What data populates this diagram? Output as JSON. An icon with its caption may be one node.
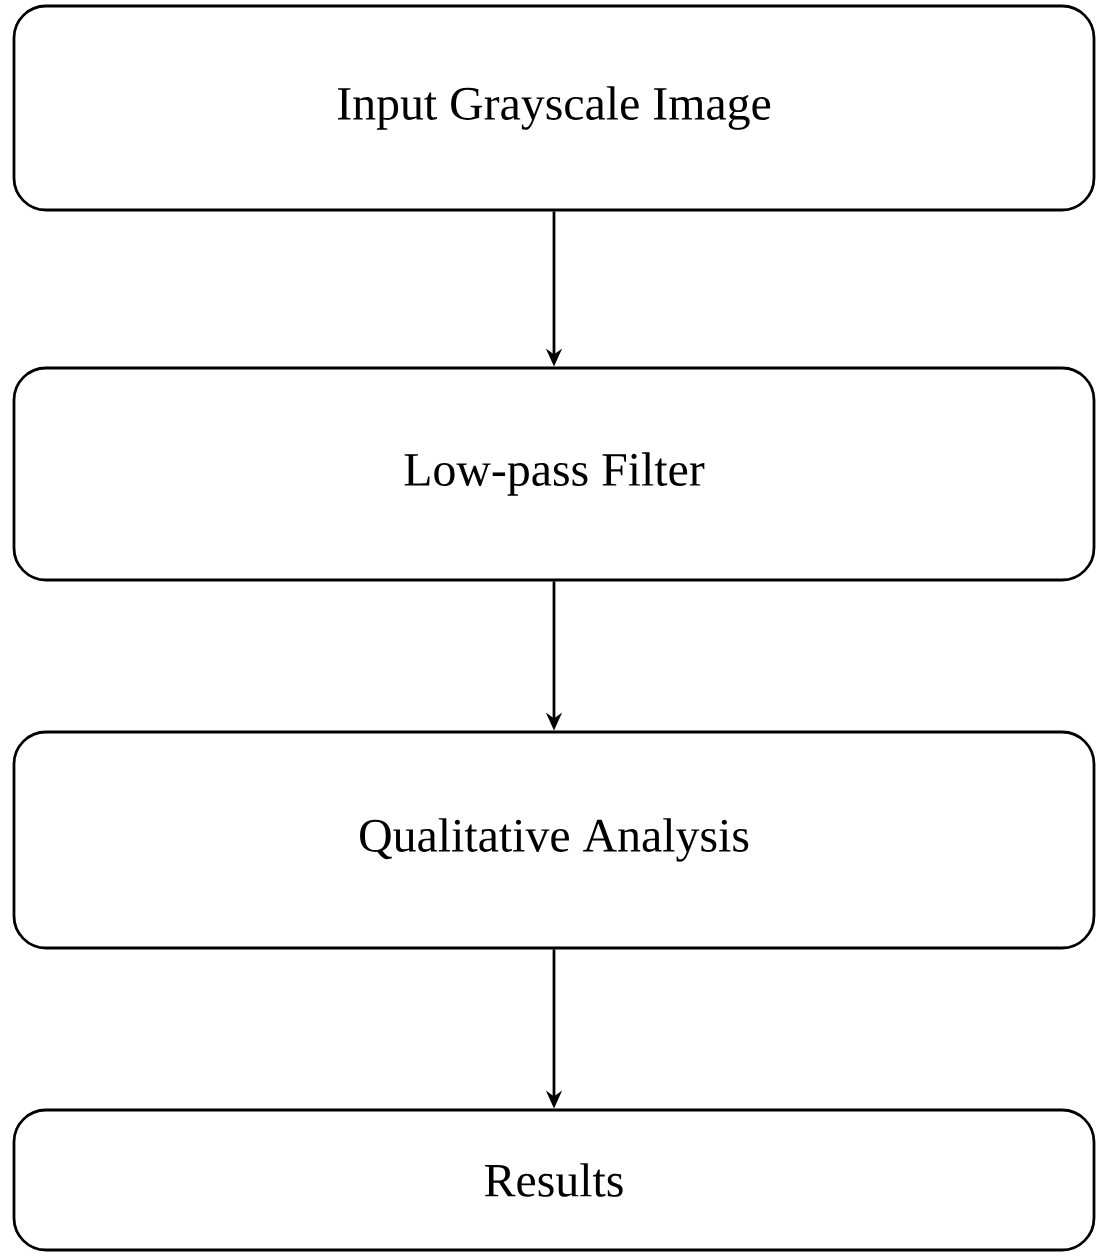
{
  "diagram": {
    "nodes": [
      {
        "text": [
          "Input Grayscale Image"
        ]
      },
      {
        "text": [
          "Low-pass Filter"
        ]
      },
      {
        "text": [
          "Qualitative Analysis"
        ]
      },
      {
        "text": [
          "Results"
        ]
      }
    ],
    "edges": [
      {
        "from": 0,
        "to": 1,
        "arrow": "to"
      },
      {
        "from": 1,
        "to": 2,
        "arrow": "to"
      },
      {
        "from": 2,
        "to": 3,
        "arrow": "to"
      }
    ]
  }
}
